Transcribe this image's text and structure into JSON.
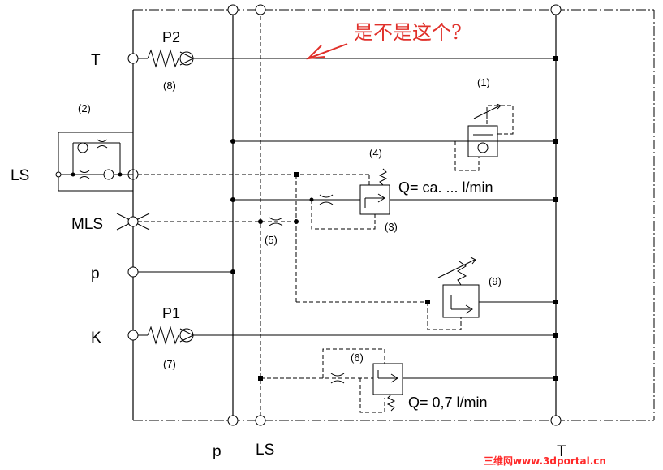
{
  "ports": {
    "T_left": "T",
    "LS_left": "LS",
    "MLS_left": "MLS",
    "p_left": "p",
    "K_left": "K",
    "p_bottom": "p",
    "LS_bottom": "LS",
    "T_bottom": "T"
  },
  "valves": {
    "p2": "P2",
    "p1": "P1",
    "c8": "(8)",
    "c7": "(7)",
    "c2": "(2)",
    "c1": "(1)",
    "c4": "(4)",
    "c3": "(3)",
    "c5": "(5)",
    "c9": "(9)",
    "c6": "(6)"
  },
  "flows": {
    "q_upper": "Q= ca. ... l/min",
    "q_lower": "Q= 0,7 l/min"
  },
  "annotation": {
    "text": "是不是这个?"
  },
  "watermark": {
    "text": "三维网www.3dportal.cn"
  }
}
